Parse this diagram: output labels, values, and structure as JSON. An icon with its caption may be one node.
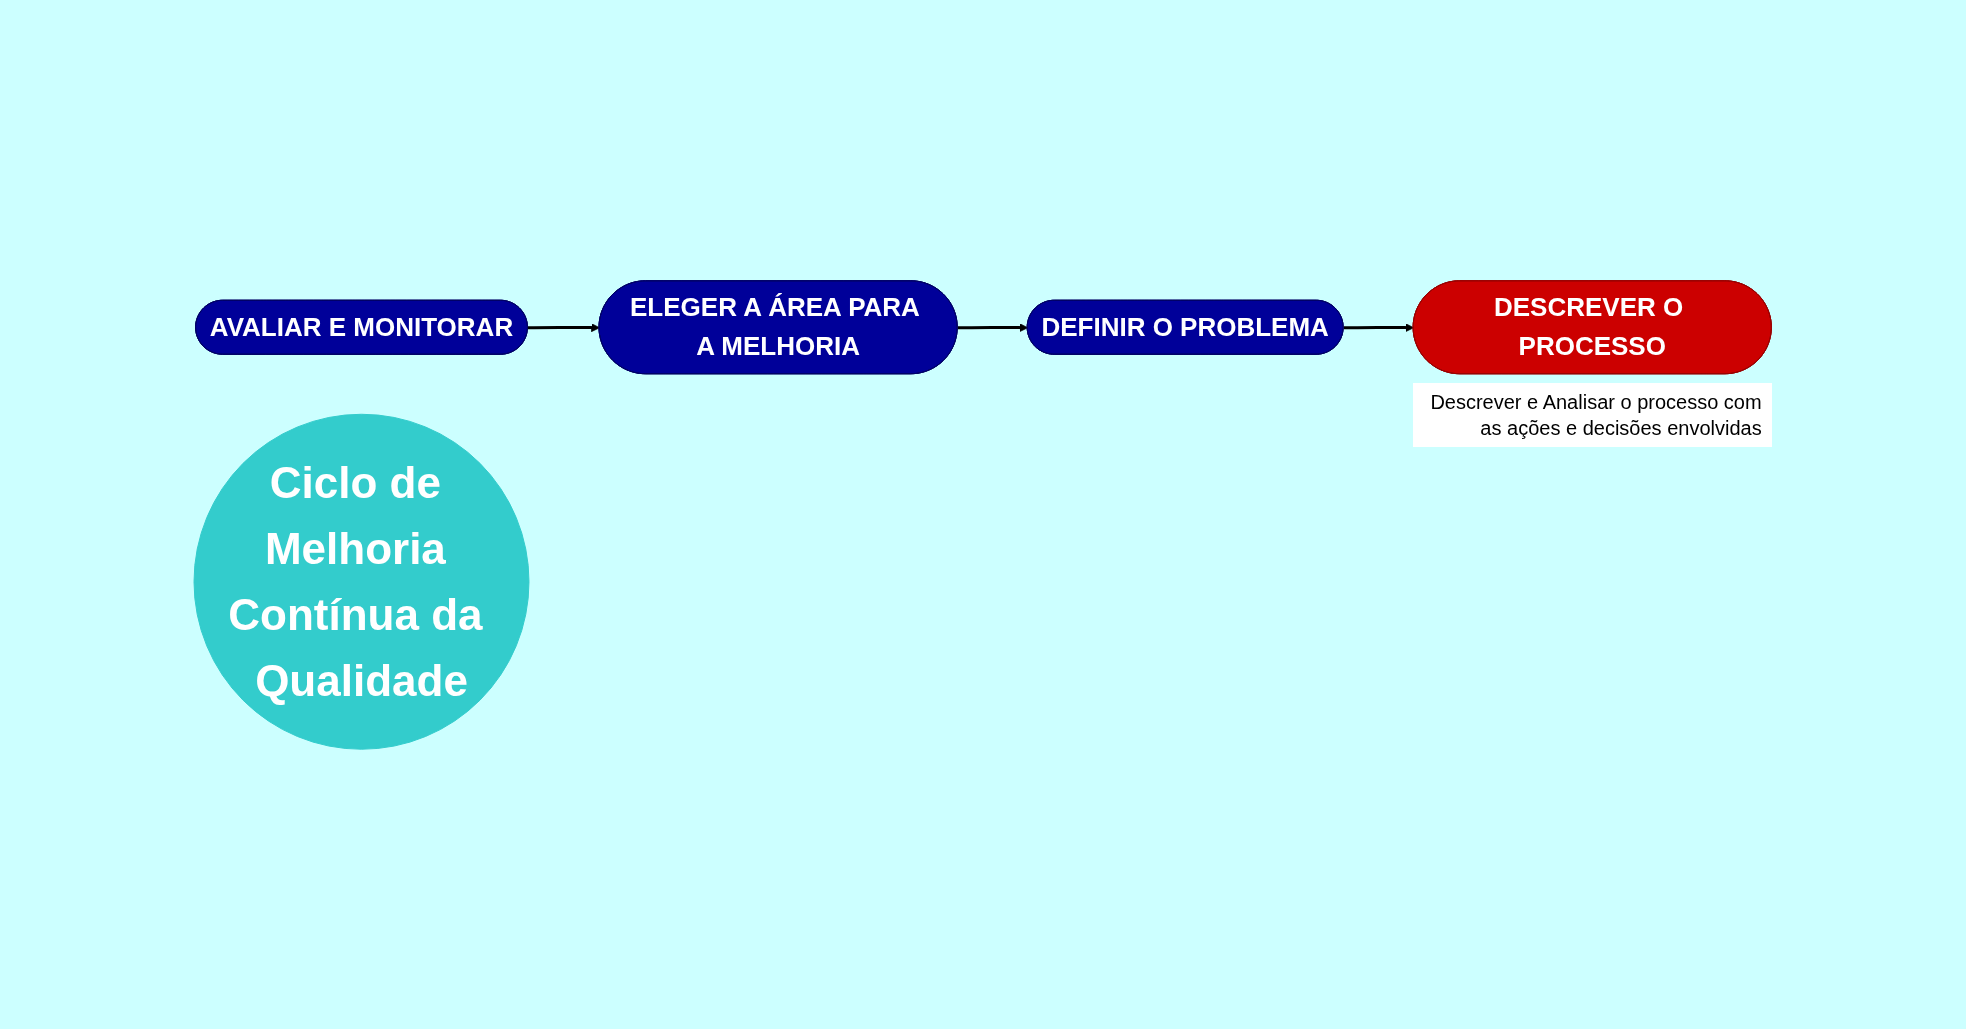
{
  "diagram": {
    "nodes": [
      {
        "text": [
          "AVALIAR E MONITORAR"
        ]
      },
      {
        "text": [
          "ELEGER A ÁREA PARA A MELHORIA"
        ]
      },
      {
        "text": [
          "DEFINIR O PROBLEMA"
        ]
      },
      {
        "text": [
          "DESCREVER O PROCESSO"
        ],
        "beside": [
          "Descrever e Analisar o processo com as ações e decisões envolvidas"
        ]
      },
      {
        "text": [
          "Ciclo de Melhoria Contínua da Qualidade"
        ]
      }
    ],
    "edges": [
      {
        "from": 0,
        "to": 1,
        "arrow": "to"
      },
      {
        "from": 1,
        "to": 2,
        "arrow": "to"
      },
      {
        "from": 2,
        "to": 3,
        "arrow": "to"
      }
    ]
  }
}
